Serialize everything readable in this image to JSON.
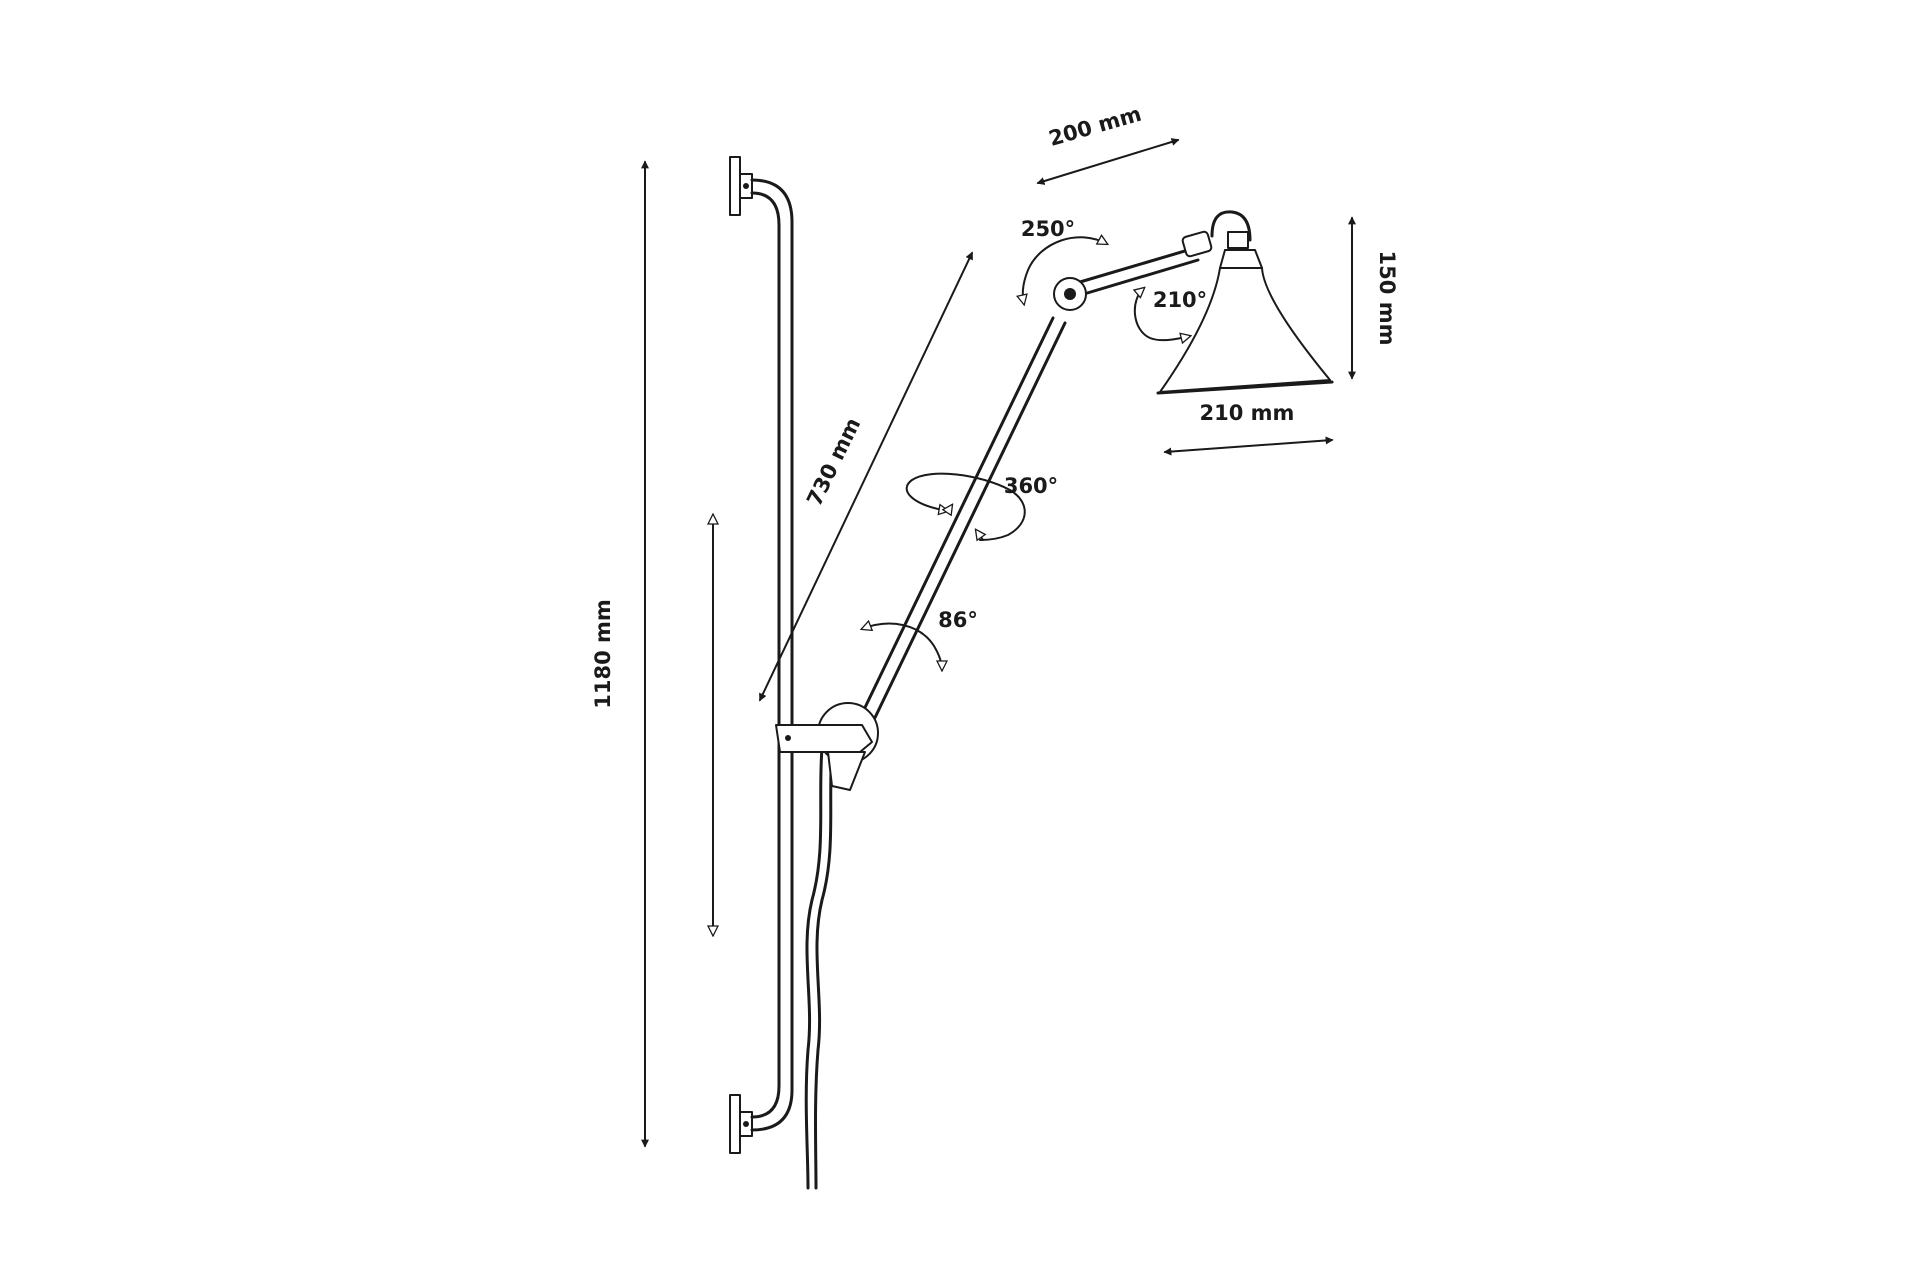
{
  "dimensions": {
    "total_height": "1180 mm",
    "arm_length": "730 mm",
    "upper_arm_length": "200 mm",
    "shade_height": "150 mm",
    "shade_diameter": "210 mm"
  },
  "rotations": {
    "elbow": "250°",
    "shade": "210°",
    "arm_swivel": "360°",
    "base": "86°"
  },
  "colors": {
    "ink": "#1a1a1a",
    "background": "#ffffff"
  }
}
